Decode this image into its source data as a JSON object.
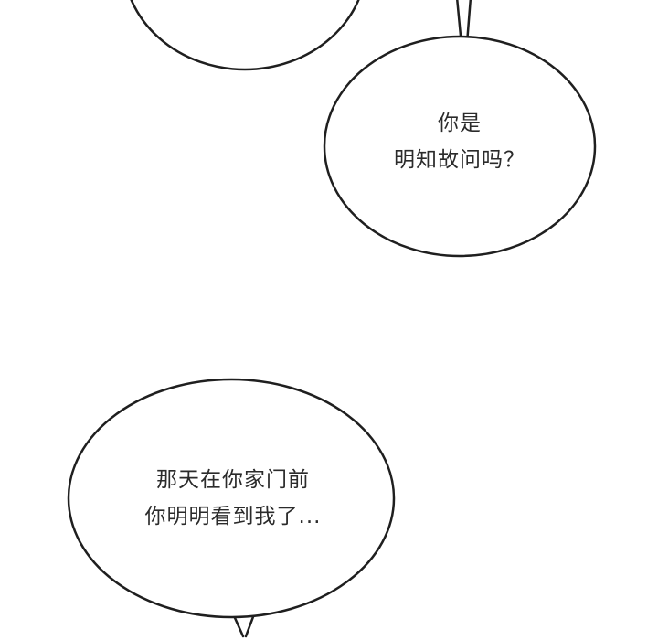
{
  "page": {
    "background": "#ffffff",
    "line_color": "#1f1f1f",
    "text_color": "#2b2b2b"
  },
  "bubbles": {
    "top_right": {
      "line1": "你是",
      "line2": "明知故问吗？"
    },
    "bottom": {
      "line1": "那天在你家门前",
      "line2": "你明明看到我了..."
    }
  }
}
